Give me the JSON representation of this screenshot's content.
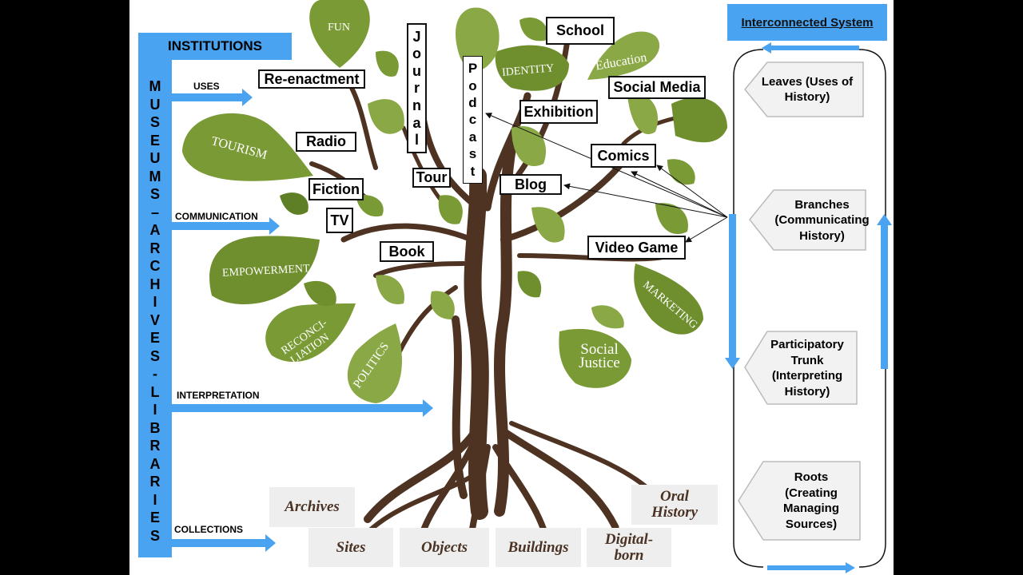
{
  "left_panel": {
    "title": "INSTITUTIONS",
    "vertical_letters": [
      "M",
      "U",
      "S",
      "E",
      "U",
      "M",
      "S",
      "–",
      "A",
      "R",
      "C",
      "H",
      "I",
      "V",
      "E",
      "S",
      "-",
      "L",
      "I",
      "B",
      "R",
      "A",
      "R",
      "I",
      "E",
      "S"
    ],
    "arrows": [
      {
        "label": "USES"
      },
      {
        "label": "COMMUNICATION"
      },
      {
        "label": "INTERPRETATION"
      },
      {
        "label": "COLLECTIONS"
      }
    ]
  },
  "leaves": {
    "fun": "FUN",
    "identity": "IDENTITY",
    "education": "Education",
    "tourism": "TOURISM",
    "empowerment": "EMPOWERMENT",
    "reconciliation_1": "RECONCI-",
    "reconciliation_2": "LIATION",
    "politics": "POLITICS",
    "marketing": "MARKETING",
    "social_justice_1": "Social",
    "social_justice_2": "Justice"
  },
  "media_boxes": {
    "reenactment": "Re-enactment",
    "radio": "Radio",
    "fiction": "Fiction",
    "tv": "TV",
    "book": "Book",
    "journal": [
      "J",
      "o",
      "u",
      "r",
      "n",
      "a",
      "l"
    ],
    "podcast": [
      "P",
      "o",
      "d",
      "c",
      "a",
      "s",
      "t"
    ],
    "tour": "Tour",
    "school": "School",
    "exhibition": "Exhibition",
    "social_media": "Social Media",
    "comics": "Comics",
    "blog": "Blog",
    "video_game": "Video Game"
  },
  "collections": {
    "archives": "Archives",
    "oral_history": "Oral History",
    "sites": "Sites",
    "objects": "Objects",
    "buildings": "Buildings",
    "digital_born": "Digital-born"
  },
  "right_panel": {
    "title": "Interconnected System",
    "stages": [
      {
        "label": "Leaves (Uses of History)"
      },
      {
        "label": "Branches (Communicating History)"
      },
      {
        "label": "Participatory Trunk (Interpreting History)"
      },
      {
        "label": "Roots (Creating Managing Sources)"
      }
    ]
  },
  "colors": {
    "arrow_blue": "#4aa3f0",
    "leaf_green": "#7a9a35",
    "trunk_brown": "#4f3322",
    "collection_gray": "#eeeeee"
  }
}
